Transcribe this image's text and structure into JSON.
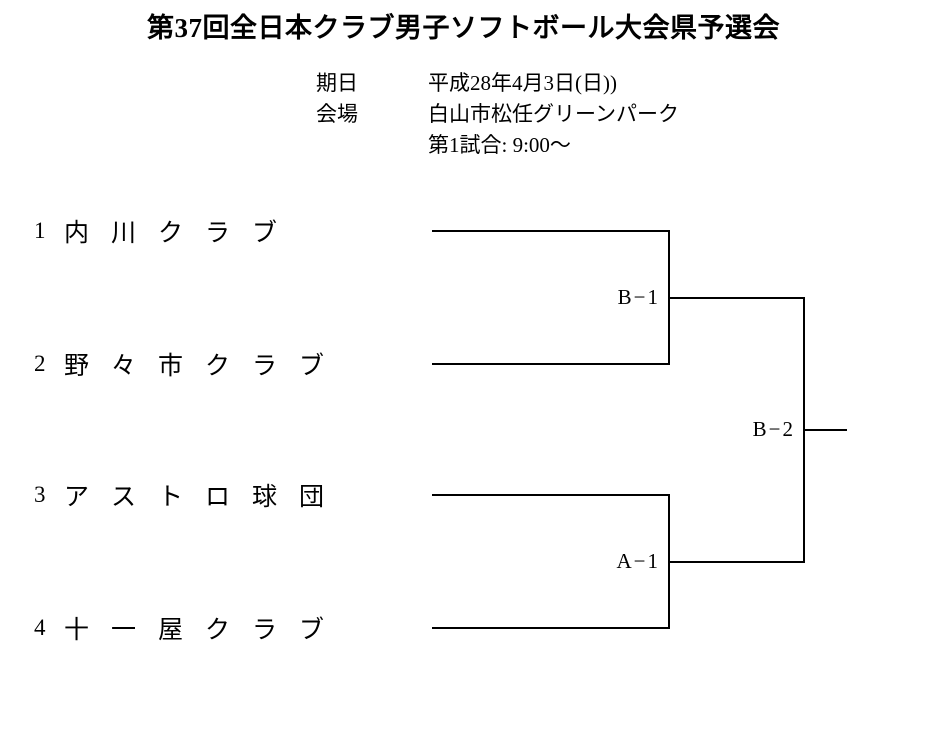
{
  "title": "第37回全日本クラブ男子ソフトボール大会県予選会",
  "info": [
    {
      "label": "期日",
      "value": "平成28年4月3日(日))"
    },
    {
      "label": "会場",
      "value": "白山市松任グリーンパーク"
    },
    {
      "label": "",
      "value": "第1試合: 9:00〜"
    }
  ],
  "teams": [
    {
      "seed": "1",
      "name": "内川クラブ"
    },
    {
      "seed": "2",
      "name": "野々市クラブ"
    },
    {
      "seed": "3",
      "name": "アストロ球団"
    },
    {
      "seed": "4",
      "name": "十一屋クラブ"
    }
  ],
  "matches": [
    {
      "id": "semifinal-upper",
      "label": "B−1"
    },
    {
      "id": "semifinal-lower",
      "label": "A−1"
    },
    {
      "id": "final",
      "label": "B−2"
    }
  ],
  "colors": {
    "line": "#000000",
    "text": "#000000",
    "background": "#ffffff"
  },
  "bracket_structure": {
    "type": "single-elimination",
    "rounds": 2,
    "entrants": 4,
    "round1": [
      {
        "match": "B−1",
        "teams": [
          "内川クラブ",
          "野々市クラブ"
        ]
      },
      {
        "match": "A−1",
        "teams": [
          "アストロ球団",
          "十一屋クラブ"
        ]
      }
    ],
    "round2": [
      {
        "match": "B−2",
        "teams": [
          "B−1 winner",
          "A−1 winner"
        ]
      }
    ]
  }
}
